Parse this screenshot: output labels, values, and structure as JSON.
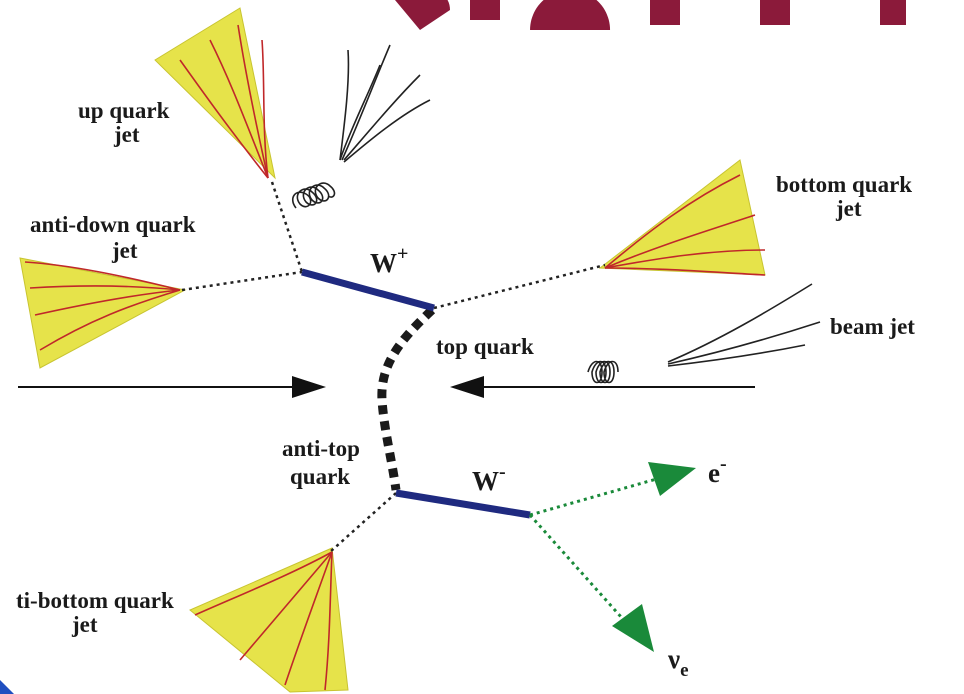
{
  "labels": {
    "up_quark_jet_1": "up quark",
    "up_quark_jet_2": "jet",
    "anti_down_1": "anti-down quark",
    "anti_down_2": "jet",
    "bottom_quark_1": "bottom quark",
    "bottom_quark_2": "jet",
    "beam_jet": "beam jet",
    "top_quark": "top quark",
    "anti_top_1": "anti-top",
    "anti_top_2": "quark",
    "anti_bottom_1": "ti-bottom quark",
    "anti_bottom_2": "jet",
    "w_plus": "W",
    "w_plus_sup": "+",
    "w_minus": "W",
    "w_minus_sup": "-",
    "electron": "e",
    "electron_sup": "-",
    "neutrino": "ν",
    "neutrino_sub": "e"
  },
  "colors": {
    "jet_fill": "#e6e34a",
    "jet_line": "#c0282a",
    "w_boson": "#1f2a80",
    "lepton": "#1a8a3a",
    "arrow": "#111111",
    "title_fragment": "#8b1a3a",
    "corner_blue": "#1f4fc0"
  }
}
